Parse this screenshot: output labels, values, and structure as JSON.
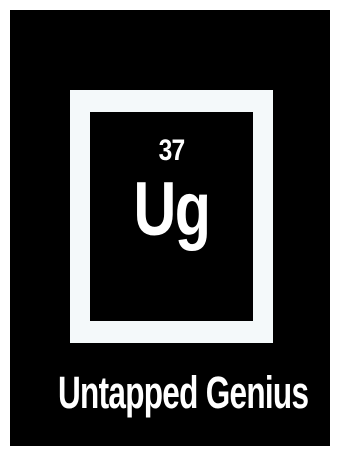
{
  "logo": {
    "atomic_number": "37",
    "symbol": "Ug",
    "name": "Untapped Genius"
  },
  "colors": {
    "background": "#000000",
    "frame": "#f4f9fa",
    "text": "#ffffff"
  }
}
